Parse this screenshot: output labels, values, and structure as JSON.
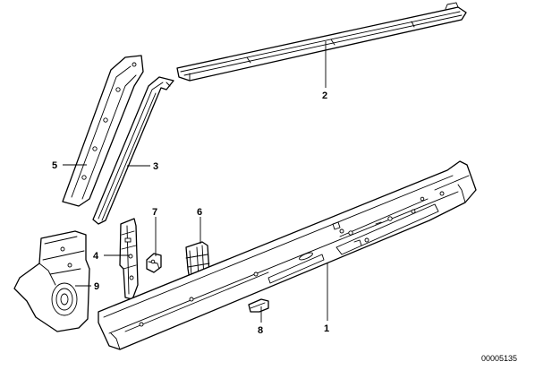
{
  "diagram": {
    "reference_number": "00005135",
    "parts": [
      {
        "id": "part-1",
        "label": "1"
      },
      {
        "id": "part-2",
        "label": "2"
      },
      {
        "id": "part-3",
        "label": "3"
      },
      {
        "id": "part-4",
        "label": "4"
      },
      {
        "id": "part-5",
        "label": "5"
      },
      {
        "id": "part-6",
        "label": "6"
      },
      {
        "id": "part-7",
        "label": "7"
      },
      {
        "id": "part-8",
        "label": "8"
      },
      {
        "id": "part-9",
        "label": "9"
      }
    ]
  }
}
